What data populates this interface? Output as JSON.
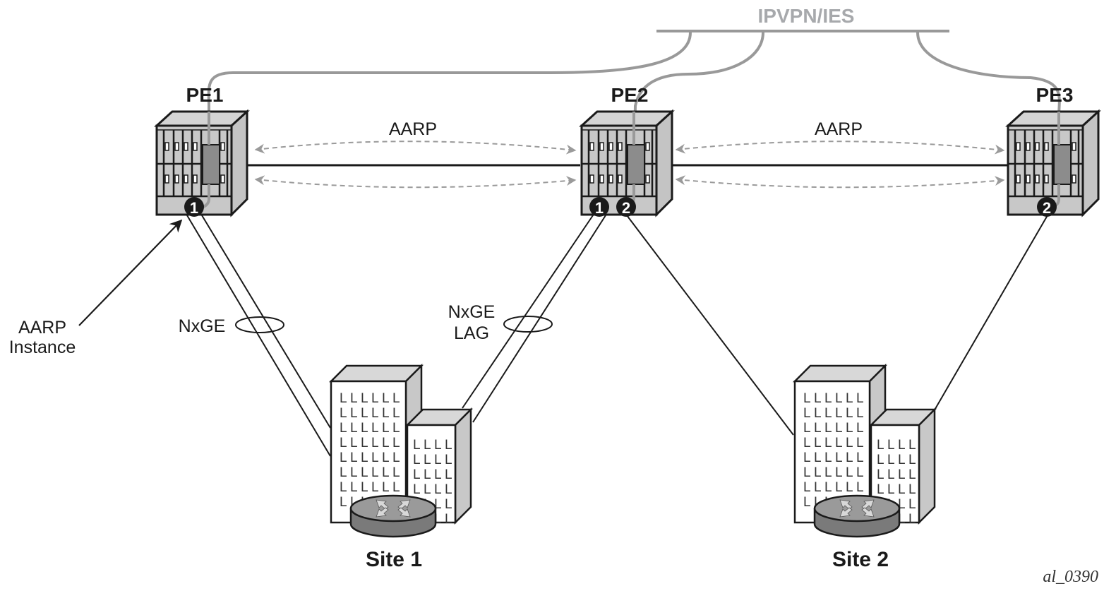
{
  "diagram": {
    "title_network": "IPVPN/IES",
    "figure_id": "al_0390",
    "colors": {
      "grey_line": "#999999",
      "grey_label": "#a7a9ac",
      "chassis_light": "#cfcfcf",
      "chassis_dark": "#8a8a8a",
      "dashed_arrow": "#9a9a9a",
      "badge": "#1a1a1a"
    },
    "routers": [
      {
        "id": "PE1",
        "label": "PE1",
        "badges": [
          "1"
        ]
      },
      {
        "id": "PE2",
        "label": "PE2",
        "badges": [
          "1",
          "2"
        ]
      },
      {
        "id": "PE3",
        "label": "PE3",
        "badges": [
          "2"
        ]
      }
    ],
    "links": [
      {
        "from": "PE1",
        "to": "PE2",
        "label": "AARP",
        "style": "dashed-bidirectional"
      },
      {
        "from": "PE2",
        "to": "PE3",
        "label": "AARP",
        "style": "dashed-bidirectional"
      }
    ],
    "annotations": {
      "aarp_instance_line1": "AARP",
      "aarp_instance_line2": "Instance",
      "nxge": "NxGE",
      "nxge_lag_line1": "NxGE",
      "nxge_lag_line2": "LAG"
    },
    "sites": [
      {
        "id": "site1",
        "label": "Site 1"
      },
      {
        "id": "site2",
        "label": "Site 2"
      }
    ],
    "window_glyph": "L"
  }
}
